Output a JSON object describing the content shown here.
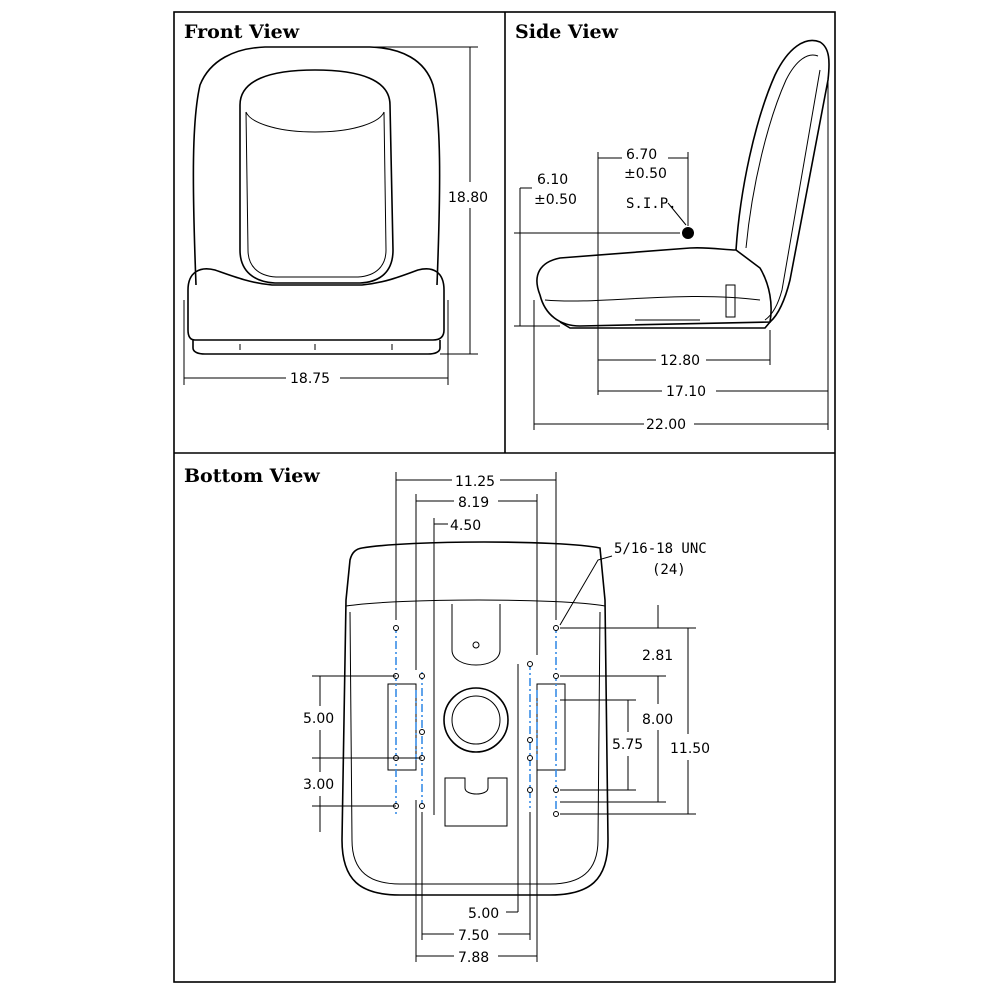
{
  "front_view": {
    "title": "Front View",
    "height_dim": "18.80",
    "width_dim": "18.75"
  },
  "side_view": {
    "title": "Side View",
    "sip_height": "6.10",
    "sip_height_tol": "±0.50",
    "sip_depth": "6.70",
    "sip_depth_tol": "±0.50",
    "sip_label": "S.I.P.",
    "dim_12_80": "12.80",
    "dim_17_10": "17.10",
    "dim_22_00": "22.00"
  },
  "bottom_view": {
    "title": "Bottom View",
    "top_dims": [
      "11.25",
      "8.19",
      "4.50"
    ],
    "thread_note": "5/16-18 UNC",
    "thread_count": "(24)",
    "left_dims": [
      "5.00",
      "3.00"
    ],
    "right_dims": [
      "2.81",
      "8.00",
      "5.75",
      "11.50"
    ],
    "bottom_dims": [
      "5.00",
      "7.50",
      "7.88"
    ]
  }
}
